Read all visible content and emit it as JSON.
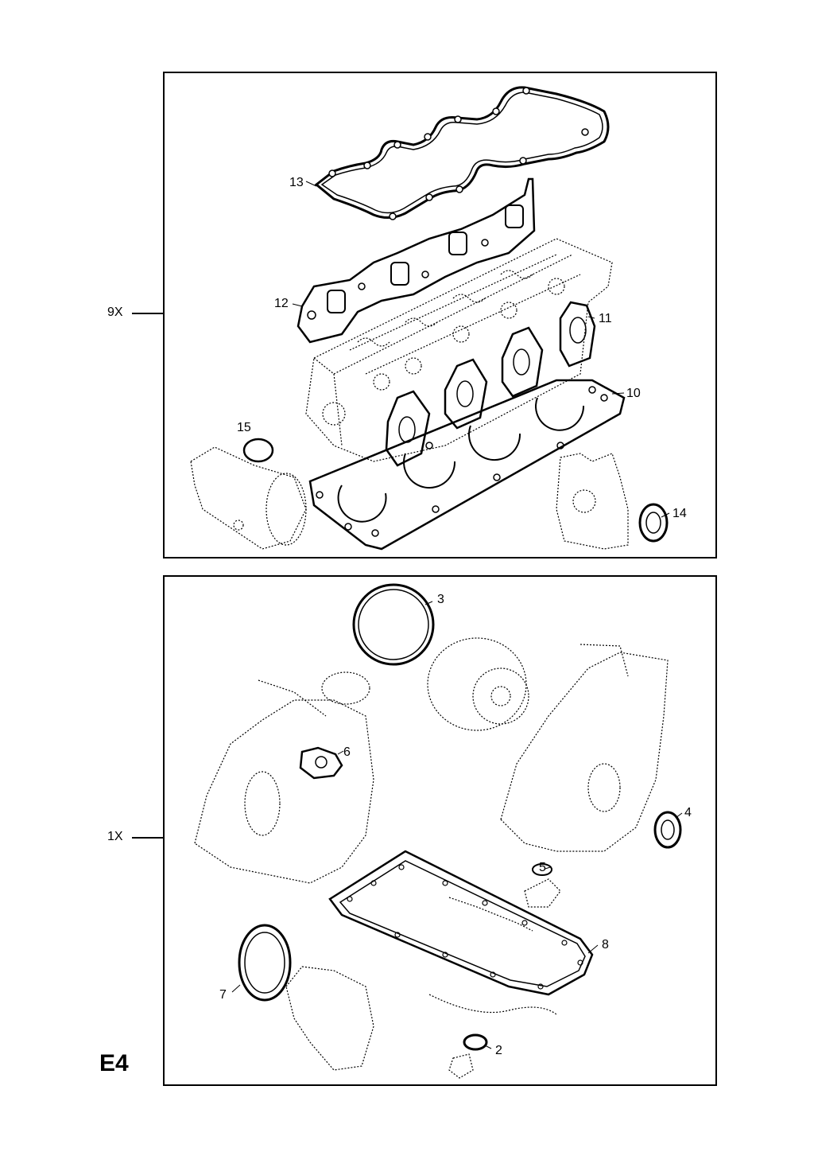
{
  "diagram_code": "E4",
  "groups": [
    {
      "id": "top",
      "quantity_label": "9X"
    },
    {
      "id": "bottom",
      "quantity_label": "1X"
    }
  ],
  "callouts": {
    "p2": "2",
    "p3": "3",
    "p4": "4",
    "p5": "5",
    "p6": "6",
    "p7": "7",
    "p8": "8",
    "p10": "10",
    "p11": "11",
    "p12": "12",
    "p13": "13",
    "p14": "14",
    "p15": "15"
  }
}
